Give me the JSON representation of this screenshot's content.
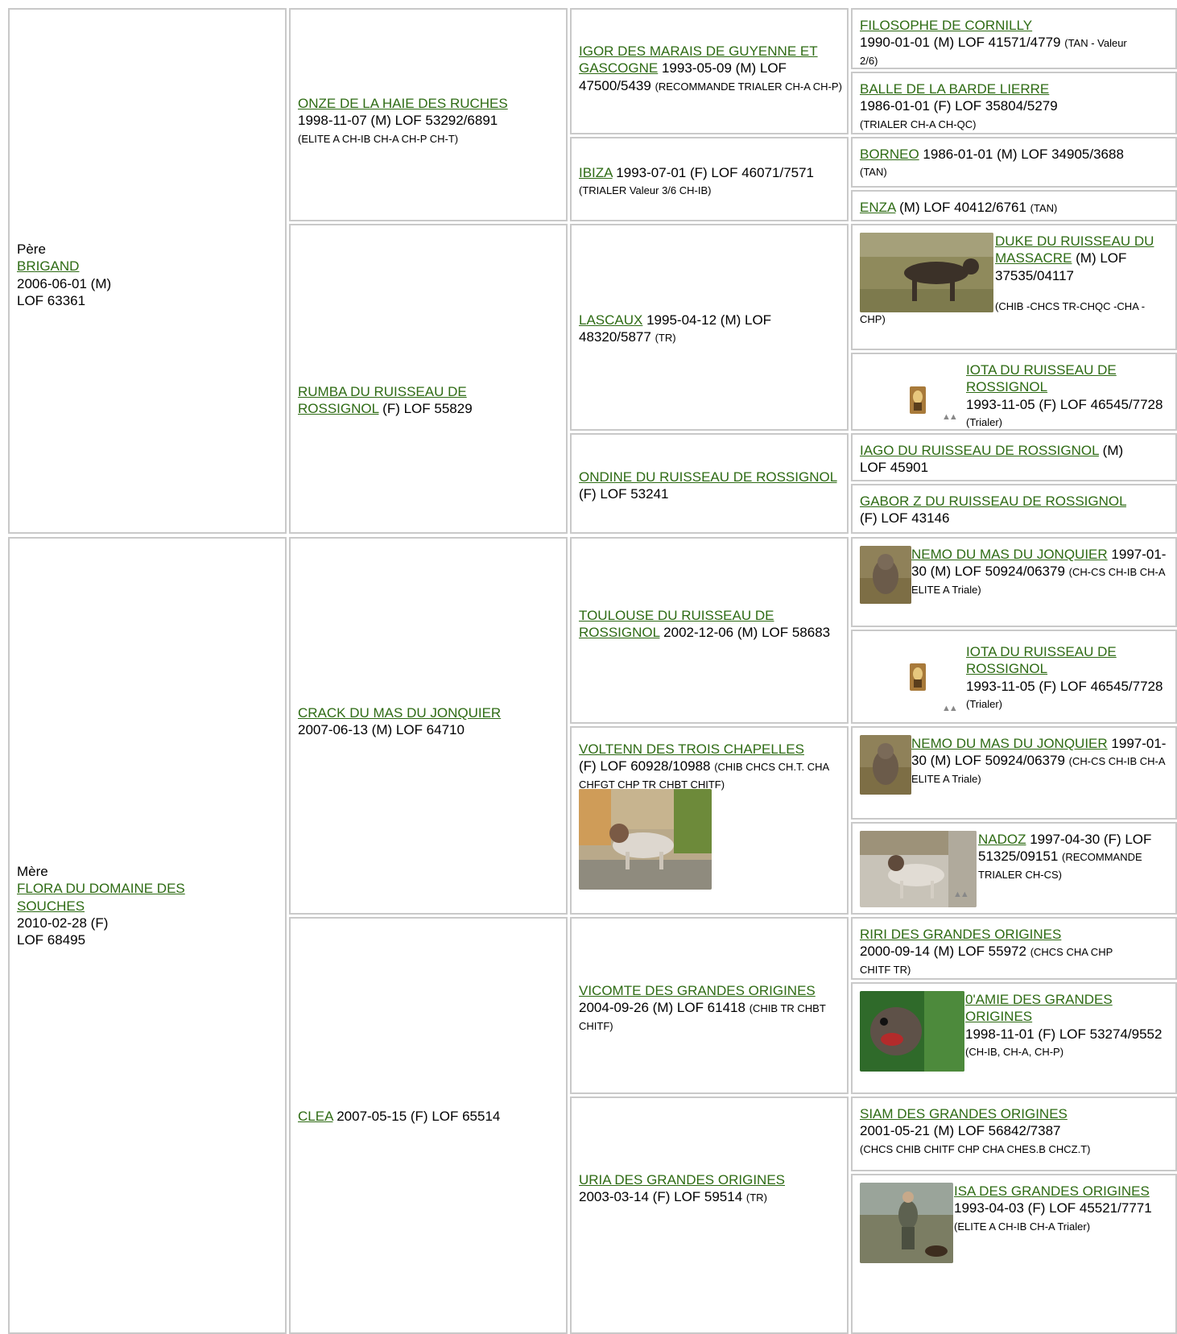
{
  "gen1": [
    {
      "role": "Père",
      "name": "BRIGAND",
      "line1": "2006-06-01 (M)",
      "line2": "LOF 63361"
    },
    {
      "role": "Mère",
      "name": "FLORA DU DOMAINE DES SOUCHES",
      "line1": "2010-02-28 (F)",
      "line2": "LOF 68495"
    }
  ],
  "gen2": [
    {
      "name": "ONZE DE LA HAIE DES RUCHES",
      "info": "1998-11-07 (M) LOF 53292/6891",
      "titles": "(ELITE A CH-IB CH-A CH-P CH-T)"
    },
    {
      "name": "RUMBA DU RUISSEAU DE ROSSIGNOL",
      "info": " (F) LOF 55829",
      "titles": ""
    },
    {
      "name": "CRACK DU MAS DU JONQUIER",
      "info": "2007-06-13 (M) LOF 64710",
      "titles": ""
    },
    {
      "name": "CLEA",
      "info": " 2007-05-15 (F) LOF 65514",
      "titles": ""
    }
  ],
  "gen3": [
    {
      "name": "IGOR DES MARAIS DE GUYENNE ET GASCOGNE",
      "info": " 1993-05-09 (M) LOF 47500/5439",
      "titles": "(RECOMMANDE TRIALER CH-A CH-P)"
    },
    {
      "name": "IBIZA",
      "info": " 1993-07-01 (F) LOF 46071/7571",
      "titles": "(TRIALER Valeur 3/6 CH-IB)"
    },
    {
      "name": "LASCAUX",
      "info": " 1995-04-12 (M) LOF 48320/5877",
      "titles": "(TR)"
    },
    {
      "name": "ONDINE DU RUISSEAU DE ROSSIGNOL",
      "info": " (F) LOF 53241",
      "titles": ""
    },
    {
      "name": "TOULOUSE DU RUISSEAU DE ROSSIGNOL",
      "info": " 2002-12-06 (M) LOF 58683",
      "titles": ""
    },
    {
      "name": "VOLTENN DES TROIS CHAPELLES",
      "info": "(F) LOF 60928/10988",
      "titles": "(CHIB CHCS CH.T. CHA CHFGT CHP TR CHBT CHITF)"
    },
    {
      "name": "VICOMTE DES GRANDES ORIGINES",
      "info": " 2004-09-26 (M) LOF 61418",
      "titles": "(CHIB TR CHBT CHITF)"
    },
    {
      "name": "URIA DES GRANDES ORIGINES",
      "info": "2003-03-14 (F) LOF 59514",
      "titles": "(TR)"
    }
  ],
  "gen4": [
    {
      "name": "FILOSOPHE DE CORNILLY",
      "info": "1990-01-01 (M) LOF 41571/4779",
      "titles": "(TAN - Valeur 2/6)"
    },
    {
      "name": "BALLE DE LA BARDE LIERRE",
      "info": "1986-01-01 (F) LOF 35804/5279",
      "titles": "(TRIALER CH-A CH-QC)"
    },
    {
      "name": "BORNEO",
      "info": " 1986-01-01 (M) LOF 34905/3688",
      "titles": "(TAN)"
    },
    {
      "name": "ENZA",
      "info": " (M) LOF 40412/6761",
      "titles": "(TAN)"
    },
    {
      "name": "DUKE DU RUISSEAU DU MASSACRE",
      "info": " (M) LOF 37535/04117",
      "titles": "(CHIB -CHCS TR-CHQC -CHA -CHP)"
    },
    {
      "name": "IOTA DU RUISSEAU DE ROSSIGNOL",
      "info": "1993-11-05 (F) LOF 46545/7728",
      "titles": "(Trialer)"
    },
    {
      "name": "IAGO DU RUISSEAU DE ROSSIGNOL",
      "info": " (M) LOF 45901",
      "titles": ""
    },
    {
      "name": "GABOR Z DU RUISSEAU DE ROSSIGNOL",
      "info": " (F) LOF 43146",
      "titles": ""
    },
    {
      "name": "NEMO DU MAS DU JONQUIER",
      "info": " 1997-01-30 (M) LOF 50924/06379",
      "titles": "(CH-CS CH-IB CH-A ELITE A Triale)"
    },
    {
      "name": "IOTA DU RUISSEAU DE ROSSIGNOL",
      "info": "1993-11-05 (F) LOF 46545/7728",
      "titles": "(Trialer)"
    },
    {
      "name": "NEMO DU MAS DU JONQUIER",
      "info": " 1997-01-30 (M) LOF 50924/06379",
      "titles": "(CH-CS CH-IB CH-A ELITE A Triale)"
    },
    {
      "name": "NADOZ",
      "info": " 1997-04-30 (F) LOF 51325/09151",
      "titles": "(RECOMMANDE TRIALER CH-CS)"
    },
    {
      "name": "RIRI DES GRANDES ORIGINES",
      "info": "2000-09-14 (M) LOF 55972",
      "titles": "(CHCS CHA CHP CHITF TR)"
    },
    {
      "name": "0'AMIE DES GRANDES ORIGINES",
      "info": "1998-11-01 (F) LOF 53274/9552",
      "titles": "(CH-IB, CH-A, CH-P)"
    },
    {
      "name": "SIAM DES GRANDES ORIGINES",
      "info": "2001-05-21 (M) LOF 56842/7387",
      "titles": "(CHCS CHIB CHITF CHP CHA CHES.B CHCZ.T)"
    },
    {
      "name": "ISA DES GRANDES ORIGINES",
      "info": " 1993-04-03 (F) LOF 45521/7771",
      "titles": "(ELITE A CH-IB CH-A Trialer)"
    }
  ],
  "photos": [
    "dog-photo-grass",
    "dog-thumbnail-small",
    "dog-photo-sitting",
    "dog-photo-standing",
    "dog-photo-courtyard",
    "dog-photo-closeup",
    "hunter-with-dogs-photo"
  ]
}
